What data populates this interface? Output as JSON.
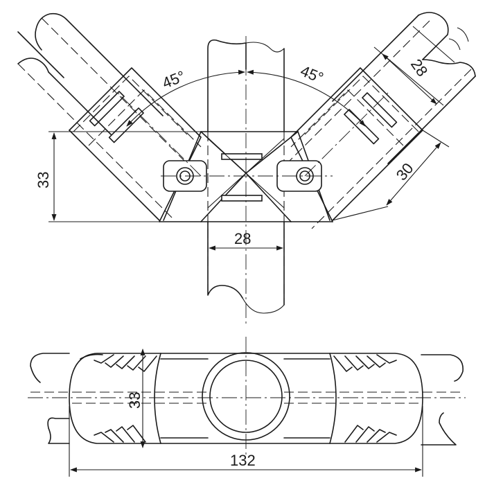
{
  "drawing": {
    "top_view": {
      "angles": {
        "left": "45°",
        "right": "45°"
      },
      "dimensions": {
        "height": "33",
        "pipe_width_bottom": "28",
        "pipe_width_diag": "28",
        "sleeve_length": "30"
      }
    },
    "side_view": {
      "dimensions": {
        "height": "33",
        "overall_length": "132"
      }
    },
    "colors": {
      "line": "#1a1a1a",
      "background": "#ffffff"
    }
  }
}
